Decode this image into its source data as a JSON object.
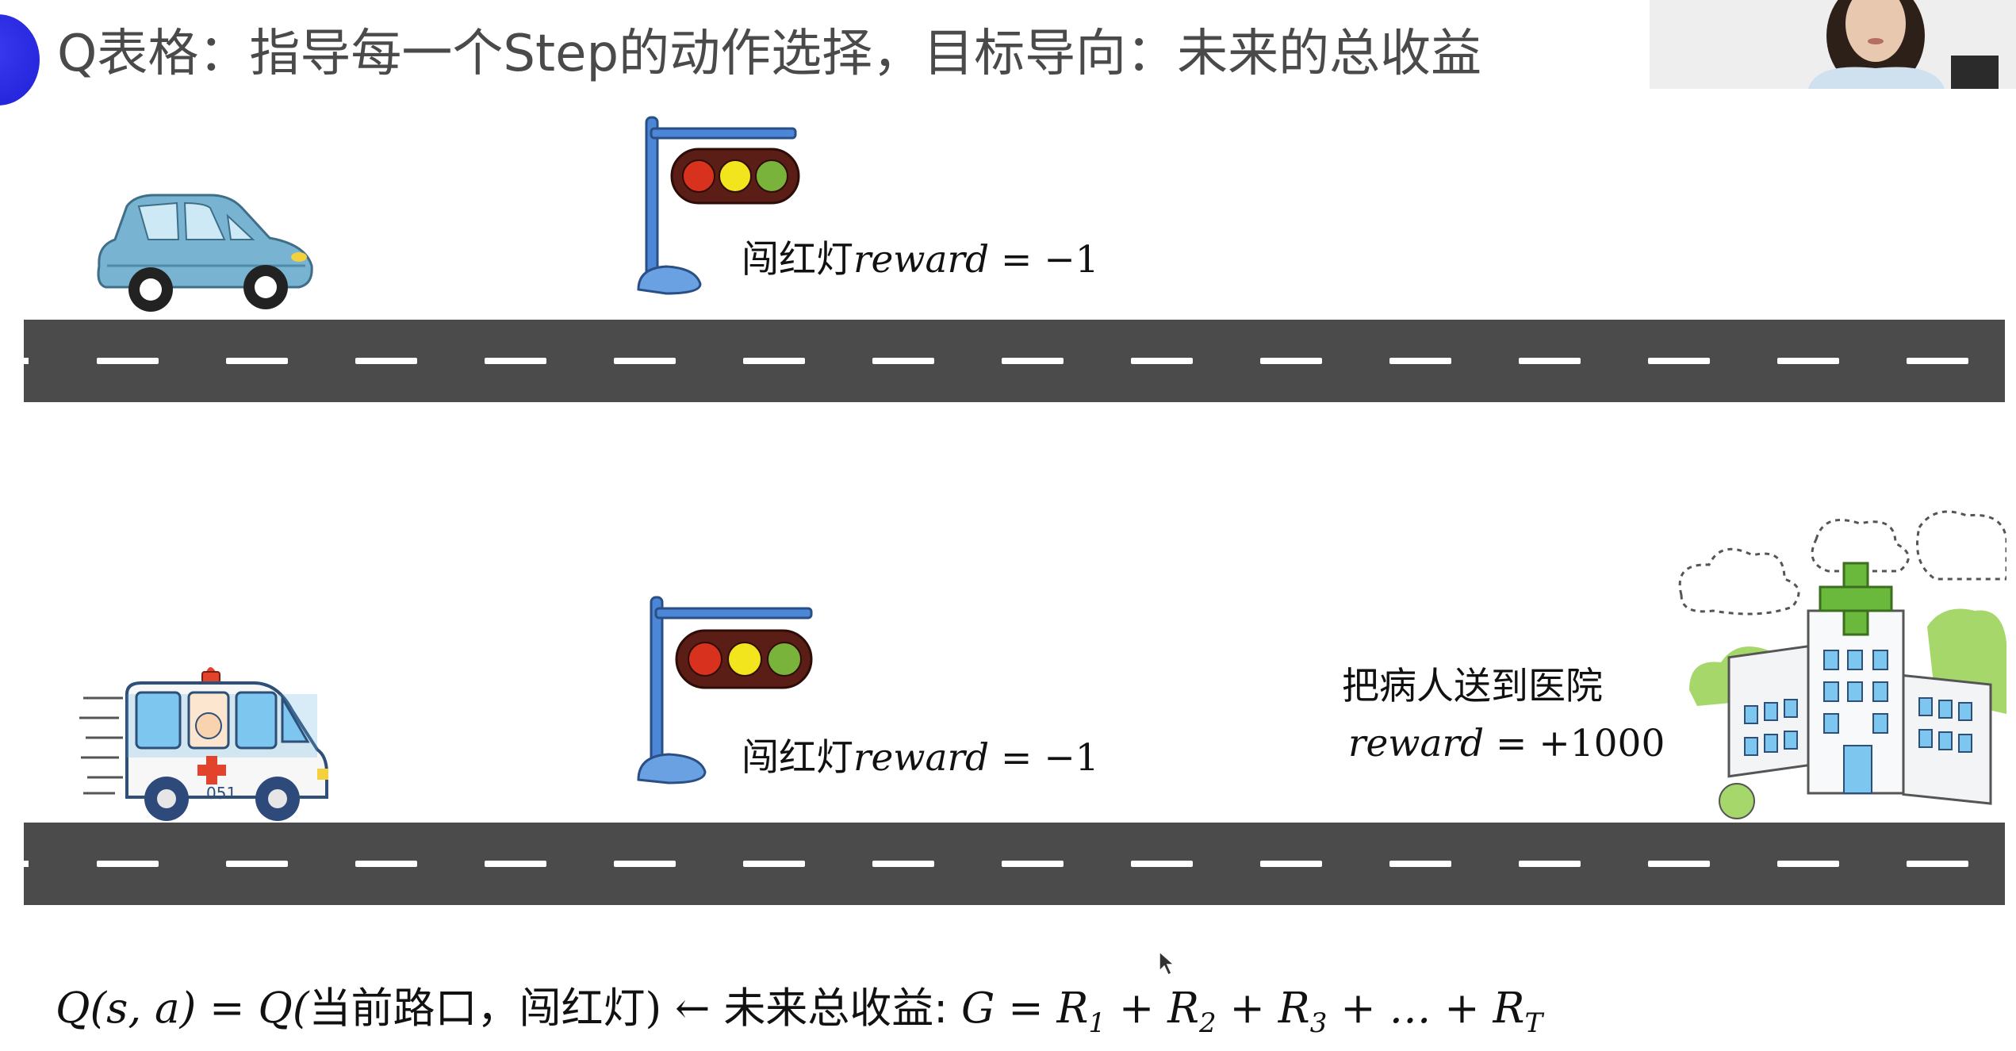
{
  "slide": {
    "title": "Q表格：指导每一个Step的动作选择，目标导向：未来的总收益",
    "top_scene": {
      "label_cn": "闯红灯",
      "label_var": "reward",
      "label_value": " = −1"
    },
    "bottom_scene": {
      "label_cn": "闯红灯",
      "label_var": "reward",
      "label_value": " = −1",
      "hospital_text": "把病人送到医院",
      "hospital_var": "reward",
      "hospital_value": " = +1000",
      "ambulance_plate": "051"
    },
    "formula": {
      "lhs": "Q(s, a) = Q(",
      "args_cn": "当前路口，闯红灯",
      "arrow": ") ← ",
      "future_cn": "未来总收益: ",
      "g": "G = R",
      "sub1": "1",
      "plus2": " + R",
      "sub2": "2",
      "plus3": " + R",
      "sub3": "3",
      "tail": " + … + R",
      "subT": "T"
    }
  },
  "colors": {
    "road": "#4b4b4b",
    "lane_dash": "#ffffff",
    "traffic_light_red": "#d8321f",
    "traffic_light_yellow": "#f2e51e",
    "traffic_light_green": "#7ab33c",
    "pole": "#4c86d6",
    "title_dot": "#2a2ae8"
  },
  "icons": [
    "traffic-light-icon",
    "car-icon",
    "ambulance-icon",
    "hospital-icon",
    "cursor-icon"
  ]
}
